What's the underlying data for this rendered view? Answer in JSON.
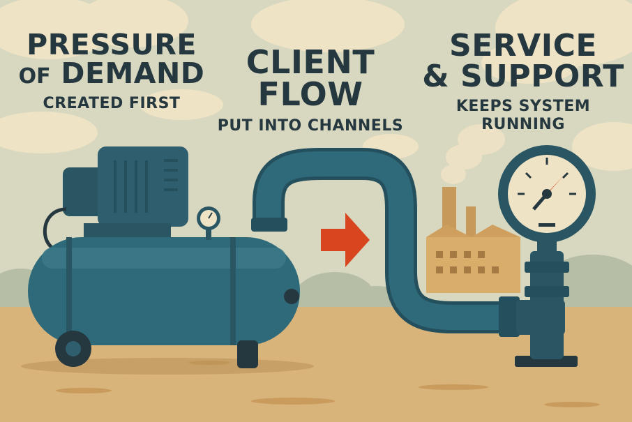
{
  "left": {
    "title_line1": "PRESSURE",
    "title_line2_small": "OF",
    "title_line2": "DEMAND",
    "subtitle": "CREATED FIRST"
  },
  "middle": {
    "title_line1": "CLIENT",
    "title_line2": "FLOW",
    "subtitle": "PUT INTO CHANNELS"
  },
  "right": {
    "title_line1": "SERVICE",
    "title_line2": "& SUPPORT",
    "subtitle_line1": "KEEPS SYSTEM",
    "subtitle_line2": "RUNNING"
  },
  "icons": {
    "left": "air-compressor-icon",
    "middle": "pipe-icon",
    "arrow": "flow-arrow-icon",
    "right": "pressure-gauge-icon",
    "background": "factory-icon"
  },
  "colors": {
    "sky": "#d8d7bf",
    "ground": "#d9b47a",
    "machine": "#2f5f6e",
    "arrow": "#d8461f",
    "text": "#25373f"
  }
}
